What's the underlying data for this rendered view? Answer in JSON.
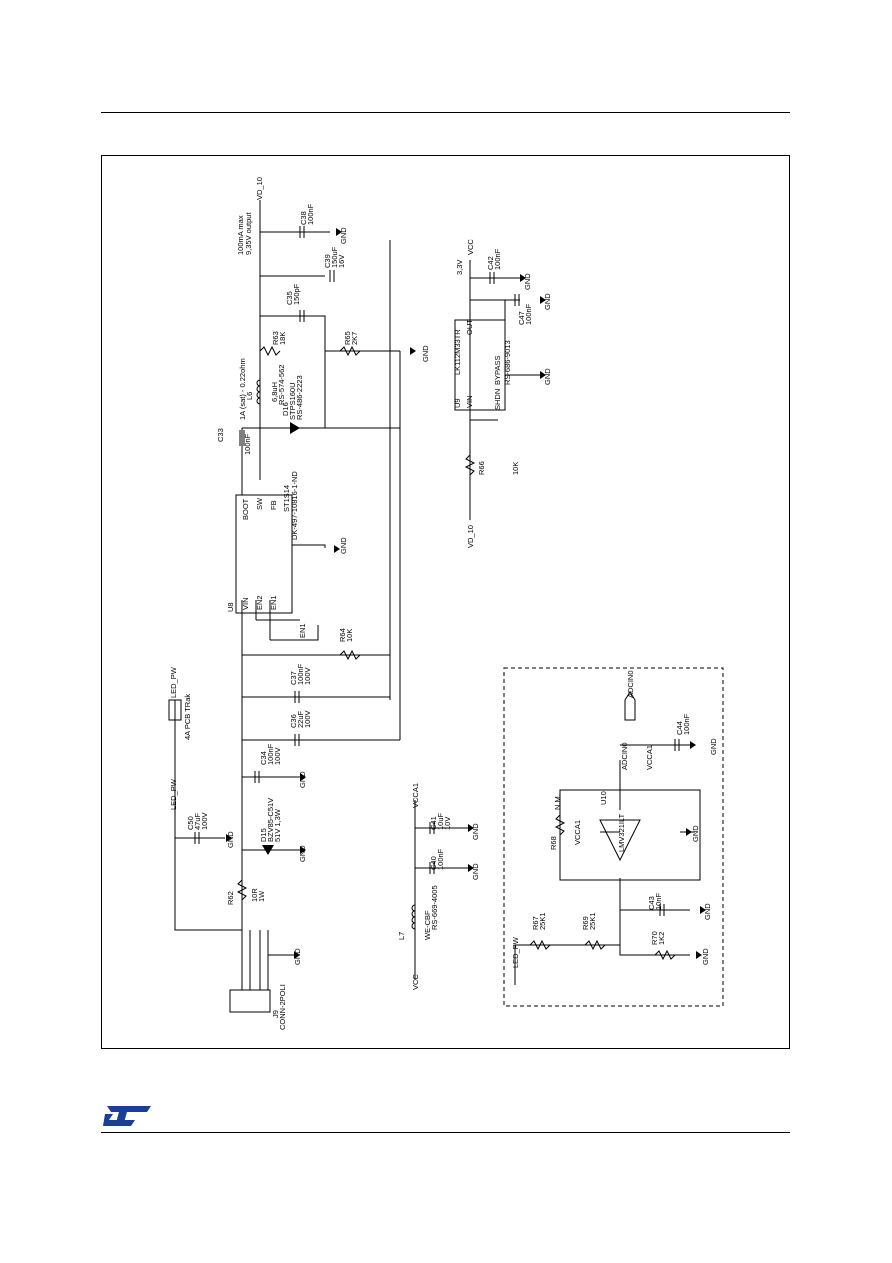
{
  "labels": {
    "vd10_top": "VD_10",
    "out_note1": "100mA max",
    "out_note2": "9,35V output",
    "c38": "C38",
    "c38_v": "100nF",
    "c39": "C39",
    "c39_v": "150uF",
    "c39_v2": "16V",
    "c35": "C35",
    "c35_v": "150pF",
    "r63": "R63",
    "r63_v": "18K",
    "r65": "R65",
    "r65_v": "2K7",
    "l6": "L6",
    "l6_v": "6,8uH",
    "l6_ref": "RS-574-562",
    "l6_note": "1A (sat) - 0.22ohm",
    "d16": "D16",
    "d16_v": "STPS160U",
    "d16_ref": "RS-486-2223",
    "c33": "C33",
    "c33_v": "100nF",
    "u8": "U8",
    "u8_part": "ST1S14",
    "u8_ref": "DK-497-10816-1-ND",
    "pin_boot": "BOOT",
    "pin_sw": "SW",
    "pin_fb": "FB",
    "pin_vin": "VIN",
    "pin_en2": "EN2",
    "pin_en1": "EN1",
    "en1_net": "EN1",
    "r64": "R64",
    "r64_v": "10K",
    "c37": "C37",
    "c37_v": "100nF",
    "c37_v2": "100V",
    "c36": "C36",
    "c36_v": "22uF",
    "c36_v2": "100V",
    "c34": "C34",
    "c34_v": "100nF",
    "c34_v2": "100V",
    "led_pw": "LED_PW",
    "trk": "4A PCB TRak",
    "c50": "C50",
    "c50_v": "47uF",
    "c50_v2": "100V",
    "d15": "D15",
    "d15_v": "BZV85-C51V",
    "d15_v2": "51V 1,3W",
    "r62": "R62",
    "r62_v": "10R",
    "r62_v2": "1W",
    "j9": "J9",
    "j9_v": "CONN-2POLI",
    "gnd": "GND",
    "vcc": "VCC",
    "vcca1": "VCCA1",
    "l7": "L7",
    "l7_v": "WE-CBF",
    "l7_ref": "RS-669-4005",
    "c40": "C40",
    "c40_v": "100nF",
    "c41": "C41",
    "c41_v": "10uF",
    "c41_v2": "10V",
    "u9": "U9",
    "u9_part": "LK112M33TR",
    "pin_vin9": "VIN",
    "pin_out": "OUT",
    "pin_shdn": "SHDN",
    "pin_bypass": "BYPASS",
    "u9_ref": "RS-686-9013",
    "c42": "C42",
    "c42_v": "100nF",
    "c47": "C47",
    "c47_v": "100nF",
    "v33": "3,3V",
    "r66": "R66",
    "r66_v": "10K",
    "vd10_b": "VD_10",
    "adcin0": "ADCIN0",
    "adcin0_net": "ADCIN0",
    "c44": "C44",
    "c44_v": "100nF",
    "u10": "U10",
    "u10_part": "LMV321ILT",
    "r68": "R68",
    "nm": "N.M.",
    "c43": "C43",
    "c43_v": "10nF",
    "r67": "R67",
    "r67_v": "25K1",
    "r69": "R69",
    "r69_v": "25K1",
    "r70": "R70",
    "r70_v": "1K2"
  }
}
